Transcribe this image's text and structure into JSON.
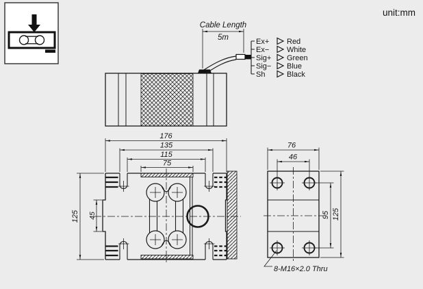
{
  "unit_label": "unit:mm",
  "cable": {
    "label": "Cable Length",
    "length": "5m"
  },
  "wiring": {
    "rows": [
      {
        "signal": "Ex+",
        "color_name": "Red"
      },
      {
        "signal": "Ex−",
        "color_name": "White"
      },
      {
        "signal": "Sig+",
        "color_name": "Green"
      },
      {
        "signal": "Sig−",
        "color_name": "Blue"
      },
      {
        "signal": "Sh",
        "color_name": "Black"
      }
    ]
  },
  "dims": {
    "plan": {
      "overall_w": "176",
      "notch_outer": "135",
      "notch_inner": "115",
      "flexure": "75",
      "overall_h": "125",
      "tab": "45"
    },
    "end": {
      "overall_w": "76",
      "hole_span_w": "46",
      "hole_span_h": "95",
      "overall_h": "125"
    }
  },
  "thread_note": "8-M16×2.0 Thru",
  "colors": {
    "background": "#ececec",
    "line": "#1a1a1a",
    "paper": "#ffffff"
  }
}
